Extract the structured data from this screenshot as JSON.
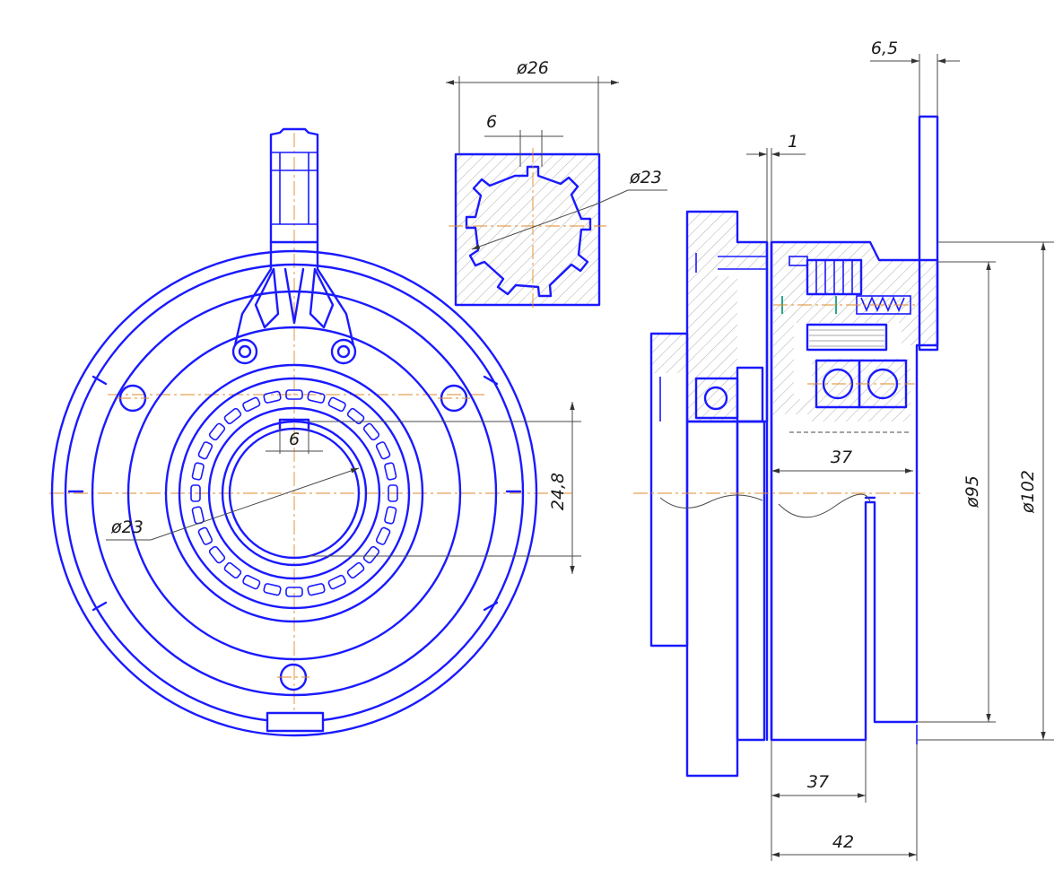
{
  "drawing": {
    "line_color": "#1a1aff",
    "centerline_color": "#e08a2a",
    "dimension_color": "#333333",
    "dimensions": {
      "d26": "ø26",
      "w6_section": "6",
      "d23_section": "ø23",
      "gap1": "1",
      "t65": "6,5",
      "w6_front": "6",
      "d23_front": "ø23",
      "h248": "24,8",
      "l37_top": "37",
      "l37_bottom": "37",
      "l42": "42",
      "d95": "ø95",
      "d102": "ø102"
    }
  }
}
